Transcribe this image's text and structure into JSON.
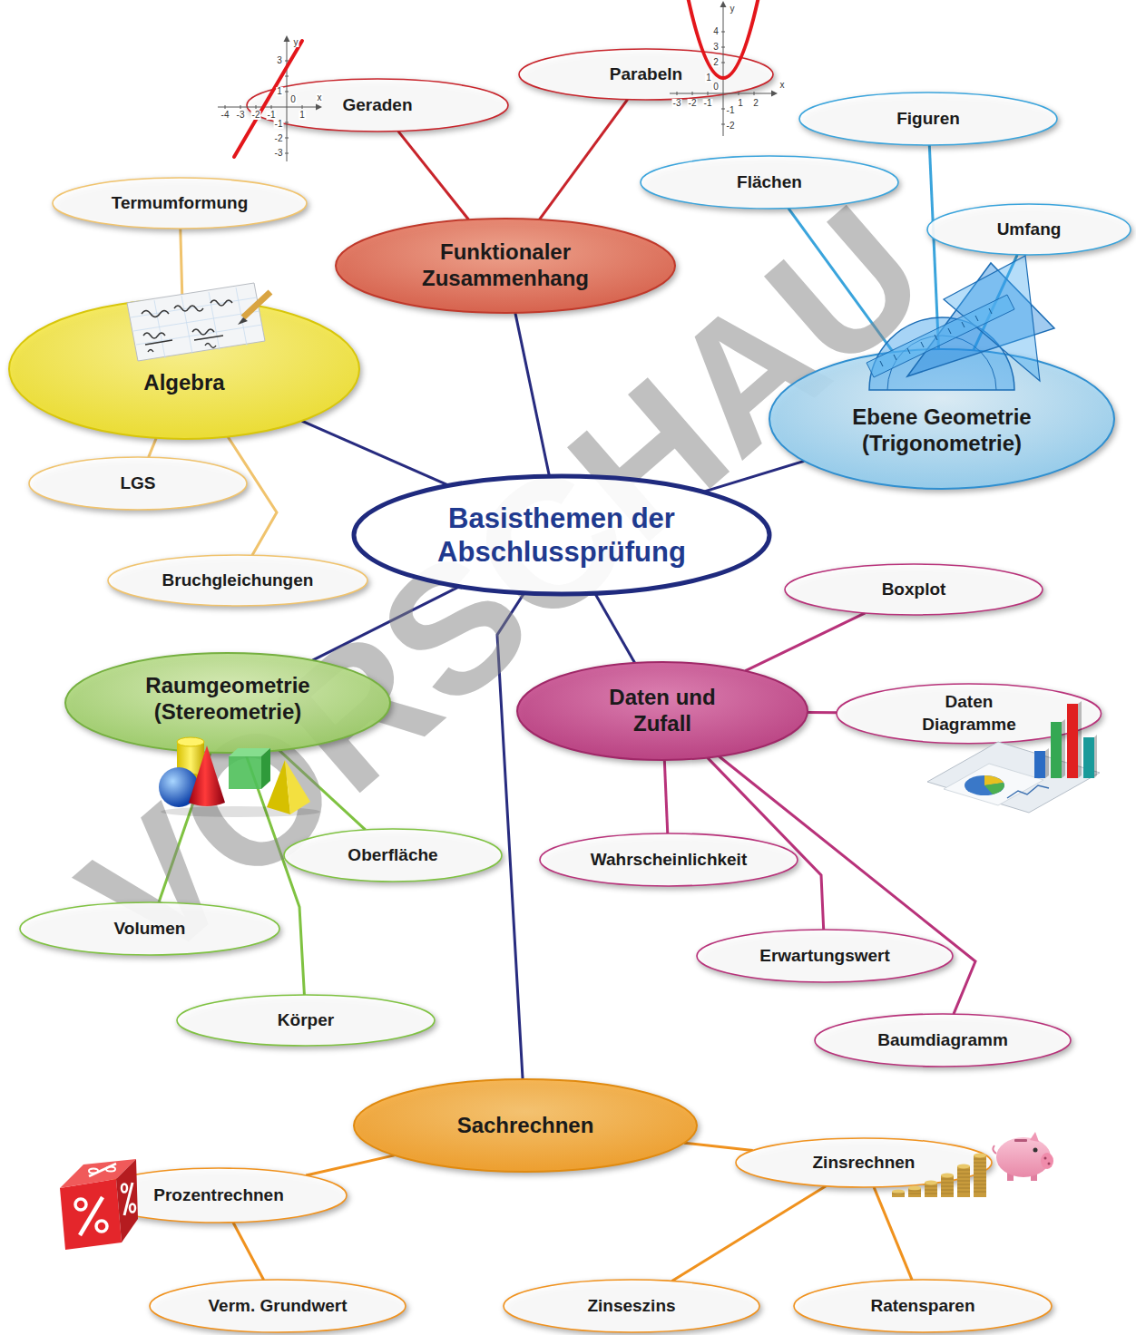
{
  "diagram": {
    "nodes": [
      {
        "text": [
          "Basisthemen der Abschlussprüfung"
        ]
      },
      {
        "text": [
          "Funktionaler Zusammenhang"
        ]
      },
      {
        "text": [
          "Geraden"
        ]
      },
      {
        "text": [
          "Parabeln"
        ]
      },
      {
        "text": [
          "Algebra"
        ]
      },
      {
        "text": [
          "Termumformung"
        ]
      },
      {
        "text": [
          "LGS"
        ]
      },
      {
        "text": [
          "Bruchgleichungen"
        ]
      },
      {
        "text": [
          "Ebene Geometrie (Trigonometrie)"
        ]
      },
      {
        "text": [
          "Flächen"
        ]
      },
      {
        "text": [
          "Figuren"
        ]
      },
      {
        "text": [
          "Umfang"
        ]
      },
      {
        "text": [
          "Raumgeometrie (Stereometrie)"
        ]
      },
      {
        "text": [
          "Oberfläche"
        ]
      },
      {
        "text": [
          "Volumen"
        ]
      },
      {
        "text": [
          "Körper"
        ]
      },
      {
        "text": [
          "Daten und Zufall"
        ]
      },
      {
        "text": [
          "Boxplot"
        ]
      },
      {
        "text": [
          "Daten Diagramme"
        ]
      },
      {
        "text": [
          "Wahrscheinlichkeit"
        ]
      },
      {
        "text": [
          "Erwartungswert"
        ]
      },
      {
        "text": [
          "Baumdiagramm"
        ]
      },
      {
        "text": [
          "Sachrechnen"
        ]
      },
      {
        "text": [
          "Prozentrechnen"
        ]
      },
      {
        "text": [
          "Verm. Grundwert"
        ]
      },
      {
        "text": [
          "Zinsrechnen"
        ]
      },
      {
        "text": [
          "Zinseszins"
        ]
      },
      {
        "text": [
          "Ratensparen"
        ]
      }
    ],
    "edges": [
      {
        "from": 0,
        "to": 1,
        "arrow": "none"
      },
      {
        "from": 0,
        "to": 4,
        "arrow": "none"
      },
      {
        "from": 0,
        "to": 8,
        "arrow": "none"
      },
      {
        "from": 0,
        "to": 12,
        "arrow": "none"
      },
      {
        "from": 0,
        "to": 16,
        "arrow": "none"
      },
      {
        "from": 0,
        "to": 22,
        "arrow": "none"
      },
      {
        "from": 1,
        "to": 2,
        "arrow": "none"
      },
      {
        "from": 1,
        "to": 3,
        "arrow": "none"
      },
      {
        "from": 4,
        "to": 5,
        "arrow": "none"
      },
      {
        "from": 4,
        "to": 6,
        "arrow": "none"
      },
      {
        "from": 4,
        "to": 7,
        "arrow": "none"
      },
      {
        "from": 8,
        "to": 9,
        "arrow": "none"
      },
      {
        "from": 8,
        "to": 10,
        "arrow": "none"
      },
      {
        "from": 8,
        "to": 11,
        "arrow": "none"
      },
      {
        "from": 12,
        "to": 13,
        "arrow": "none"
      },
      {
        "from": 12,
        "to": 14,
        "arrow": "none"
      },
      {
        "from": 12,
        "to": 15,
        "arrow": "none"
      },
      {
        "from": 16,
        "to": 17,
        "arrow": "none"
      },
      {
        "from": 16,
        "to": 18,
        "arrow": "none"
      },
      {
        "from": 16,
        "to": 19,
        "arrow": "none"
      },
      {
        "from": 16,
        "to": 20,
        "arrow": "none"
      },
      {
        "from": 16,
        "to": 21,
        "arrow": "none"
      },
      {
        "from": 22,
        "to": 23,
        "arrow": "none"
      },
      {
        "from": 23,
        "to": 24,
        "arrow": "none"
      },
      {
        "from": 22,
        "to": 25,
        "arrow": "none"
      },
      {
        "from": 25,
        "to": 26,
        "arrow": "none"
      },
      {
        "from": 25,
        "to": 27,
        "arrow": "none"
      }
    ],
    "labels": [
      "VORSCHAU",
      "y",
      "x",
      "3",
      "1",
      "0",
      "-4",
      "-3",
      "-2",
      "-1",
      "1",
      "-1",
      "-2",
      "-3",
      "y",
      "x",
      "4",
      "3",
      "2",
      "1",
      "0",
      "-3",
      "-2",
      "-1",
      "1",
      "2",
      "-1",
      "-2"
    ]
  }
}
